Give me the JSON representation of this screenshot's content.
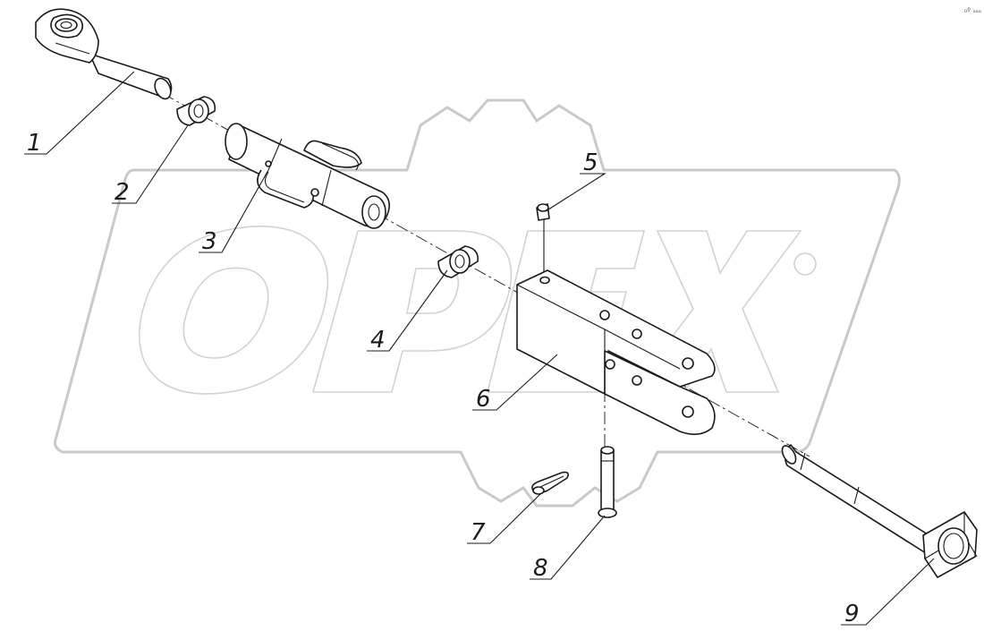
{
  "watermark": {
    "text": "OPEX",
    "color": "#c9c9c9"
  },
  "corner_mark": "₀º ₐₐₐ",
  "callouts": [
    {
      "id": "1",
      "label": "1"
    },
    {
      "id": "2",
      "label": "2"
    },
    {
      "id": "3",
      "label": "3"
    },
    {
      "id": "4",
      "label": "4"
    },
    {
      "id": "5",
      "label": "5"
    },
    {
      "id": "6",
      "label": "6"
    },
    {
      "id": "7",
      "label": "7"
    },
    {
      "id": "8",
      "label": "8"
    },
    {
      "id": "9",
      "label": "9"
    }
  ],
  "colors": {
    "line": "#1a1a1a",
    "watermark": "#c9c9c9",
    "background": "#ffffff"
  }
}
